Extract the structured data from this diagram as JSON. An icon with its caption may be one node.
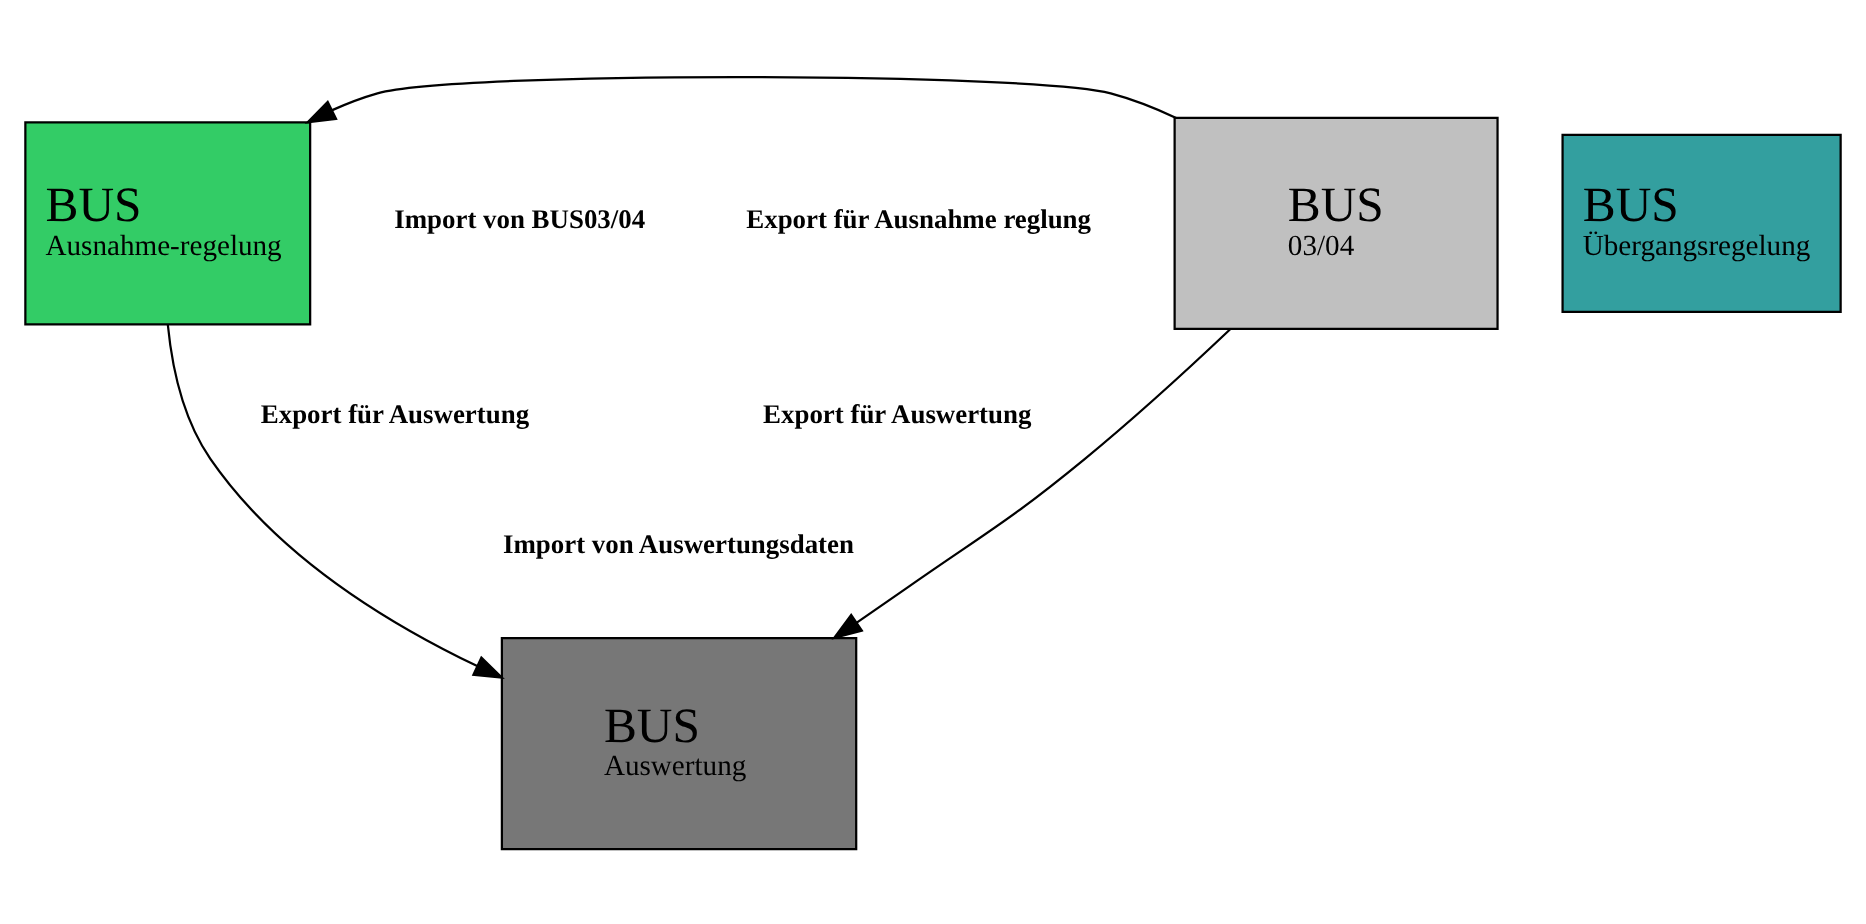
{
  "diagram": {
    "nodes": [
      {
        "text": [
          "BUS",
          "Ausnahme-regelung"
        ]
      },
      {
        "text": [
          "BUS",
          "03/04"
        ]
      },
      {
        "text": [
          "BUS",
          "Auswertung"
        ]
      },
      {
        "text": [
          "BUS",
          "Übergangsregelung"
        ]
      }
    ],
    "edges": [
      {
        "from": 1,
        "to": 0,
        "arrow": "to"
      },
      {
        "from": 0,
        "to": 2,
        "arrow": "to"
      },
      {
        "from": 1,
        "to": 2,
        "arrow": "to"
      }
    ],
    "labels": [
      "Import von BUS03/04",
      "Export für Ausnahme reglung",
      "Export für Auswertung",
      "Export für Auswertung",
      "Import von Auswertungsdaten"
    ]
  }
}
